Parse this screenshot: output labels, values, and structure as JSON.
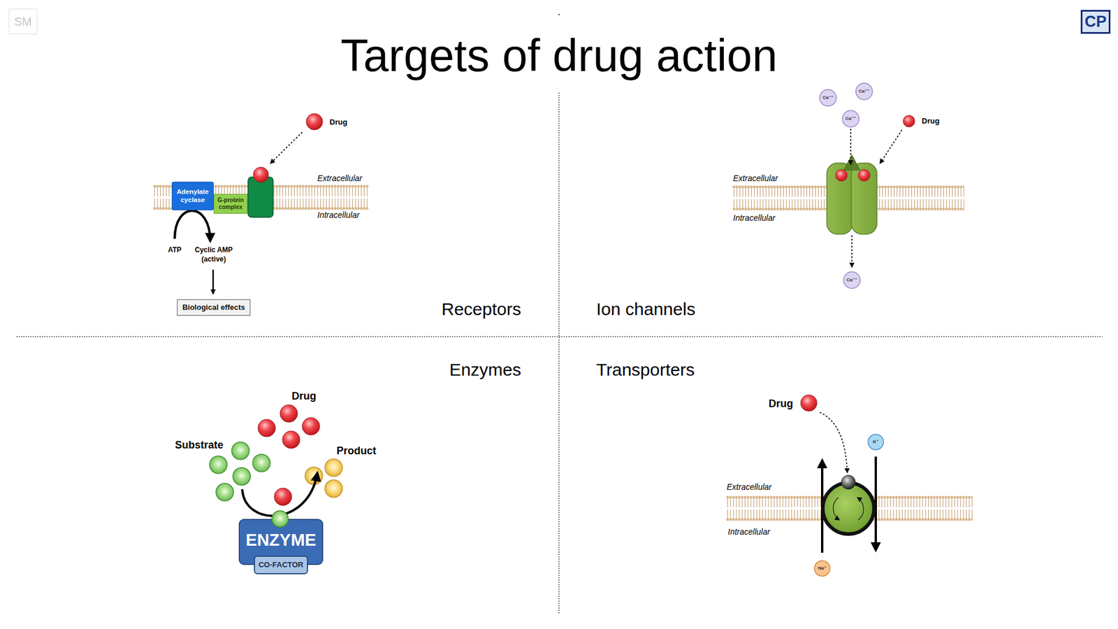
{
  "diagram": {
    "title": "Targets of drug action",
    "nodes": [
      {
        "text": [
          "SM"
        ]
      },
      {
        "text": [
          "CP"
        ]
      },
      {
        "text": [
          "Adenylate cyclase"
        ]
      },
      {
        "text": [
          "G-protein complex"
        ]
      },
      {
        "text": [
          "Biological effects"
        ]
      },
      {
        "text": [
          "Ca⁺⁺"
        ]
      },
      {
        "text": [
          "Ca⁺⁺"
        ]
      },
      {
        "text": [
          "Ca⁺⁺"
        ]
      },
      {
        "text": [
          "Ca⁺⁺"
        ]
      },
      {
        "text": [
          "ENZYME"
        ]
      },
      {
        "text": [
          "CO-FACTOR"
        ],
        "in": 9
      },
      {
        "text": [
          "K⁺"
        ]
      },
      {
        "text": [
          "Na⁺"
        ]
      }
    ],
    "labels": [
      "Drug",
      "Extracellular",
      "Intracellular",
      "ATP",
      "Cyclic AMP (active)",
      "Receptors",
      "Drug",
      "Extracellular",
      "Intracellular",
      "Ion channels",
      "Enzymes",
      "Drug",
      "Substrate",
      "Product",
      "Transporters",
      "Drug",
      "Extracellular",
      "Intracellular"
    ]
  }
}
